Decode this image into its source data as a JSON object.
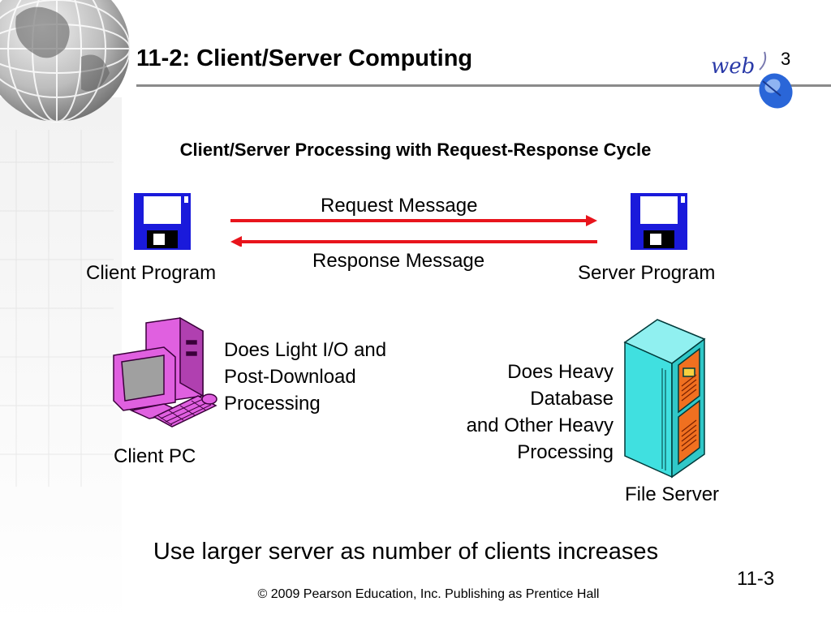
{
  "slide": {
    "title": "11-2: Client/Server Computing",
    "number": "3",
    "subtitle": "Client/Server Processing with Request-Response Cycle",
    "page_label": "11-3",
    "footer_text": "Use larger server as number of clients increases",
    "copyright": "© 2009 Pearson Education, Inc.  Publishing as Prentice Hall"
  },
  "logo": {
    "text": "web"
  },
  "diagram": {
    "request_label": "Request Message",
    "response_label": "Response Message",
    "client_program_label": "Client Program",
    "server_program_label": "Server Program",
    "client_pc_label": "Client PC",
    "file_server_label": "File Server",
    "client_desc": [
      "Does Light I/O and",
      "Post-Download",
      "Processing"
    ],
    "server_desc": [
      "Does Heavy",
      "Database",
      "and Other Heavy",
      "Processing"
    ]
  },
  "colors": {
    "arrow": "#e8141c",
    "floppy": "#1a1adb",
    "pc": "#e060e0",
    "server_body": "#40e0e0",
    "server_panel": "#f07020"
  }
}
